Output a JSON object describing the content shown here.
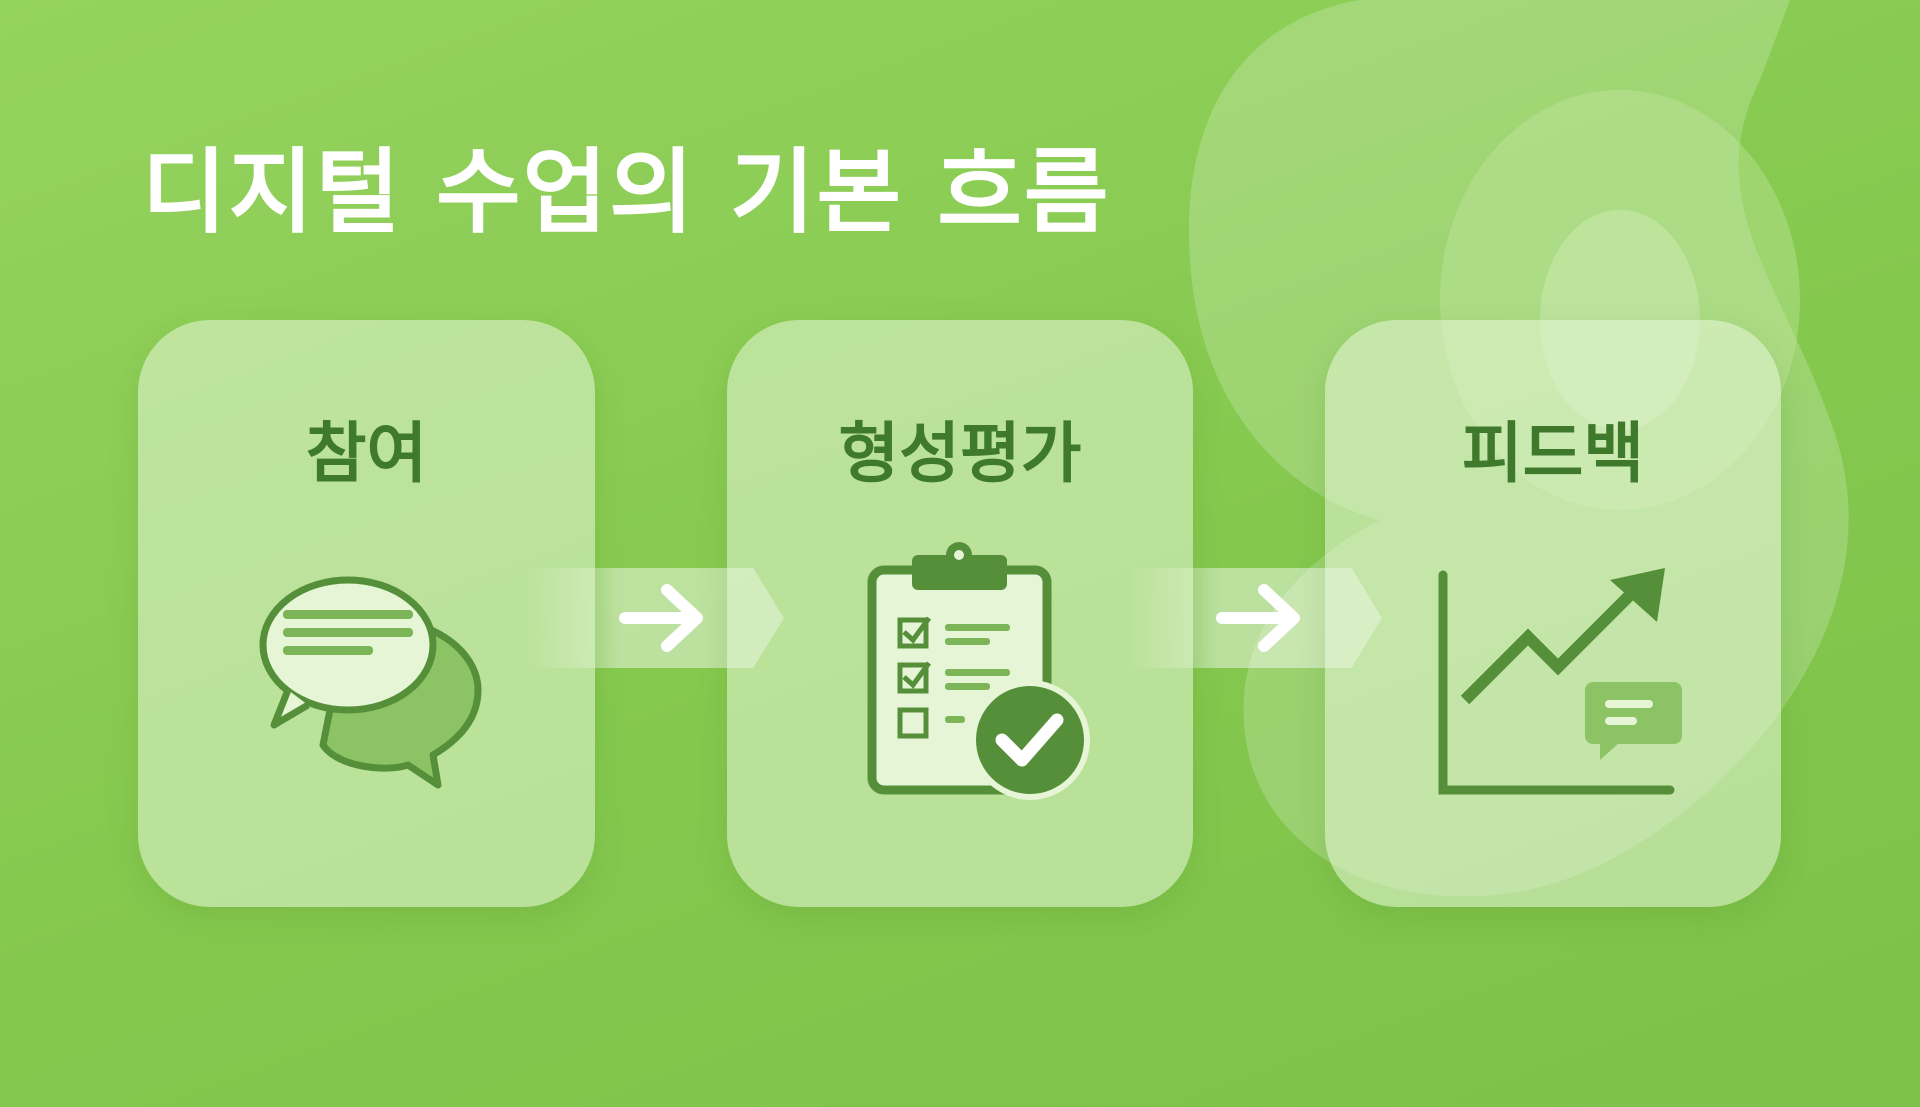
{
  "title": "디지털 수업의 기본 흐름",
  "steps": [
    {
      "label": "참여",
      "icon": "chat-bubbles-icon"
    },
    {
      "label": "형성평가",
      "icon": "clipboard-checklist-icon"
    },
    {
      "label": "피드백",
      "icon": "growth-chart-icon"
    }
  ],
  "colors": {
    "accent": "#5a973f",
    "background": "#88cb50",
    "text": "#ffffff"
  }
}
